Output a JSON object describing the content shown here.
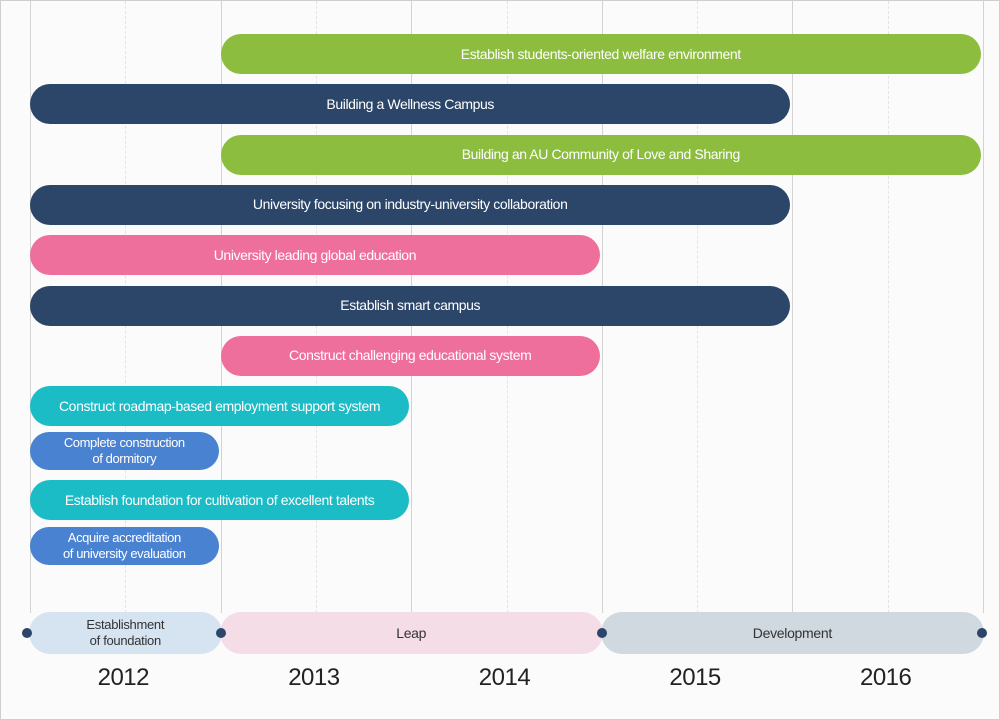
{
  "colors": {
    "green": "#8cbd3f",
    "navy": "#2c4669",
    "pink": "#ef6f9c",
    "teal": "#1bbcc5",
    "blue": "#4a82d2",
    "phase_foundation": "#d6e4f2",
    "phase_leap": "#f5dde8",
    "phase_development": "#d0d8e0"
  },
  "bars": [
    {
      "label": "Establish students-oriented welfare environment",
      "start": 2013,
      "end": 2016,
      "color": "green"
    },
    {
      "label": "Building a Wellness Campus",
      "start": 2012,
      "end": 2015,
      "color": "navy"
    },
    {
      "label": "Building an AU Community of Love and Sharing",
      "start": 2013,
      "end": 2016,
      "color": "green"
    },
    {
      "label": "University focusing on industry-university collaboration",
      "start": 2012,
      "end": 2015,
      "color": "navy"
    },
    {
      "label": "University leading global education",
      "start": 2012,
      "end": 2014,
      "color": "pink"
    },
    {
      "label": "Establish smart campus",
      "start": 2012,
      "end": 2015,
      "color": "navy"
    },
    {
      "label": "Construct challenging educational system",
      "start": 2013,
      "end": 2014,
      "color": "pink"
    },
    {
      "label": "Construct roadmap-based employment support system",
      "start": 2012,
      "end": 2013,
      "color": "teal"
    },
    {
      "label": "Complete construction\nof dormitory",
      "start": 2012,
      "end": 2012,
      "color": "blue"
    },
    {
      "label": "Establish foundation for cultivation of excellent talents",
      "start": 2012,
      "end": 2013,
      "color": "teal"
    },
    {
      "label": "Acquire accreditation\nof university evaluation",
      "start": 2012,
      "end": 2012,
      "color": "blue"
    }
  ],
  "phases": [
    {
      "label": "Establishment\nof foundation",
      "start": 2012,
      "end": 2012,
      "color": "phase_foundation"
    },
    {
      "label": "Leap",
      "start": 2013,
      "end": 2014,
      "color": "phase_leap"
    },
    {
      "label": "Development",
      "start": 2015,
      "end": 2016,
      "color": "phase_development"
    }
  ],
  "years": [
    "2012",
    "2013",
    "2014",
    "2015",
    "2016"
  ]
}
